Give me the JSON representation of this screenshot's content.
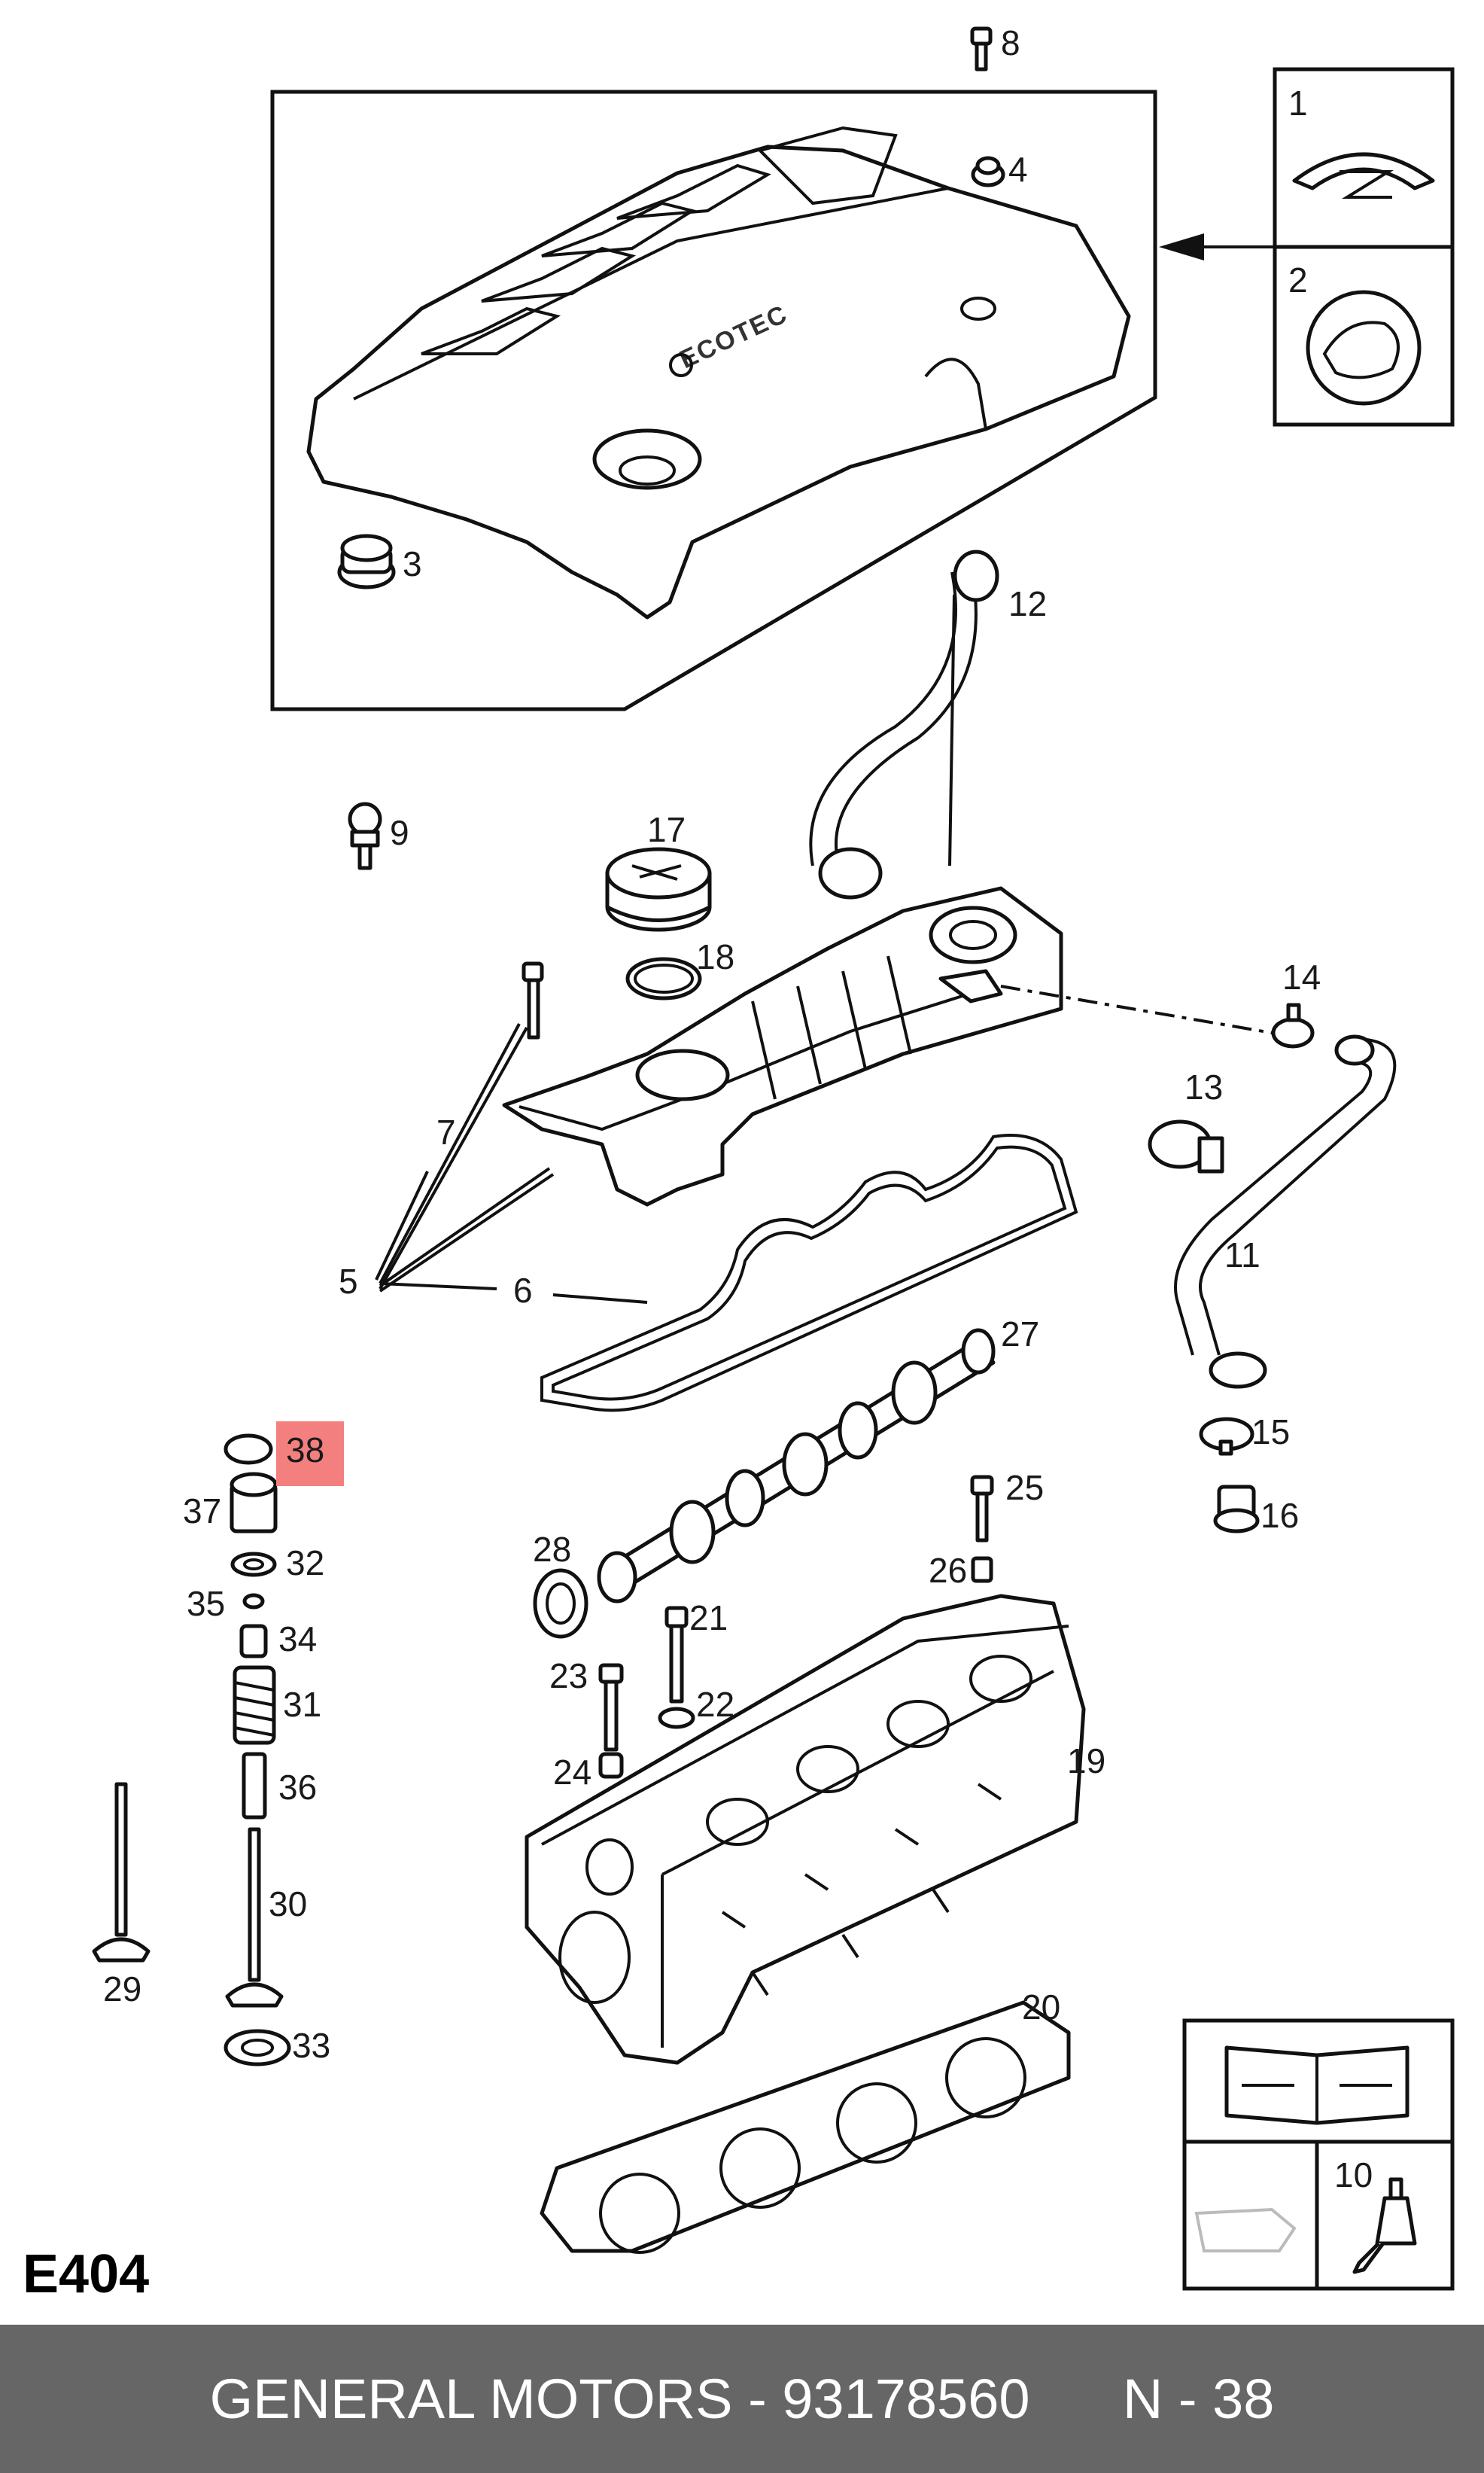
{
  "diagram": {
    "section_code": "E404",
    "cover_brand_text": "ECOTEC",
    "callouts": [
      "1",
      "2",
      "3",
      "4",
      "5",
      "6",
      "7",
      "8",
      "9",
      "10",
      "11",
      "12",
      "13",
      "14",
      "15",
      "16",
      "17",
      "18",
      "19",
      "20",
      "21",
      "22",
      "23",
      "24",
      "25",
      "26",
      "27",
      "28",
      "29",
      "30",
      "31",
      "32",
      "33",
      "34",
      "35",
      "36",
      "37",
      "38"
    ],
    "highlighted_callout": "38",
    "highlight_color": "#f47f7f"
  },
  "footer": {
    "text": "GENERAL MOTORS - 93178560      N - 38",
    "background": "#666666"
  }
}
